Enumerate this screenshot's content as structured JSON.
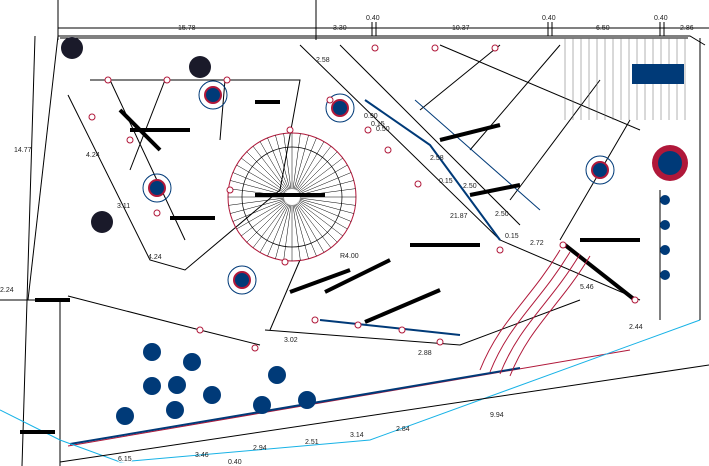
{
  "drawing": {
    "top_dimensions": [
      "15.78",
      "3.30",
      "0.40",
      "10.37",
      "0.40",
      "6.50",
      "0.40",
      "2.86"
    ],
    "left_dimensions": [
      "14.77",
      "2.24"
    ],
    "interior_dimensions": [
      "4.24",
      "3.11",
      "4.24",
      "2.58",
      "0.90",
      "0.15",
      "0.50",
      "2.58",
      "0.15",
      "2.50",
      "21.87",
      "2.50",
      "0.15",
      "2.72",
      "5.46",
      "2.44",
      "3.02",
      "2.88"
    ],
    "radius_label": "R4.00",
    "bottom_dimensions": [
      "6.15",
      "3.46",
      "2.94",
      "2.51",
      "3.14",
      "2.84",
      "9.94",
      "0.40"
    ],
    "colors": {
      "wall": "#000000",
      "furniture": "#003a78",
      "column": "#b0183a",
      "site_line": "#17b2e6"
    }
  }
}
